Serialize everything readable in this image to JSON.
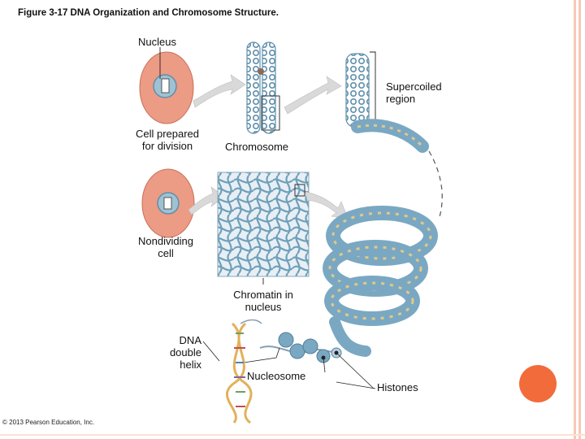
{
  "figure": {
    "title": "Figure 3-17  DNA Organization and Chromosome Structure.",
    "copyright": "© 2013 Pearson Education, Inc."
  },
  "labels": {
    "nucleus": "Nucleus",
    "supercoiled": [
      "Supercoiled",
      "region"
    ],
    "cell_prepared": [
      "Cell prepared",
      "for division"
    ],
    "chromosome": "Chromosome",
    "nondividing": [
      "Nondividing",
      "cell"
    ],
    "chromatin": [
      "Chromatin in",
      "nucleus"
    ],
    "dna_helix": [
      "DNA",
      "double",
      "helix"
    ],
    "nucleosome": "Nucleosome",
    "histones": "Histones"
  },
  "colors": {
    "cell_fill": "#ec9b85",
    "nucleus_fill": "#9fc2d2",
    "chromatin_blue": "#6f9fba",
    "histone_tan": "#e2c88a",
    "arrow_gray": "#d9d9d9",
    "accent_orange": "#f26b3a",
    "border_peach": "#f7c9b5"
  }
}
